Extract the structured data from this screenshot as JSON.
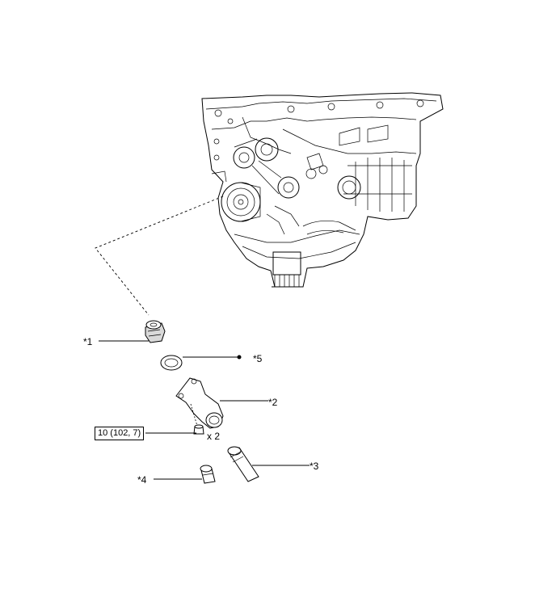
{
  "callouts": {
    "c1": "*1",
    "c2": "*2",
    "c3": "*3",
    "c4": "*4",
    "c5": "*5"
  },
  "torque": {
    "spec": "10 (102, 7)",
    "quantity": "x 2"
  },
  "parts": [
    {
      "id": "c1",
      "name": "thermostat-icon"
    },
    {
      "id": "c5",
      "name": "gasket-icon"
    },
    {
      "id": "c2",
      "name": "water-inlet-icon"
    },
    {
      "id": "c3",
      "name": "radiator-hose-icon"
    },
    {
      "id": "c4",
      "name": "hose-clamp-icon"
    }
  ],
  "colors": {
    "line": "#000000",
    "background": "#ffffff",
    "shade": "#d9d9d9"
  }
}
